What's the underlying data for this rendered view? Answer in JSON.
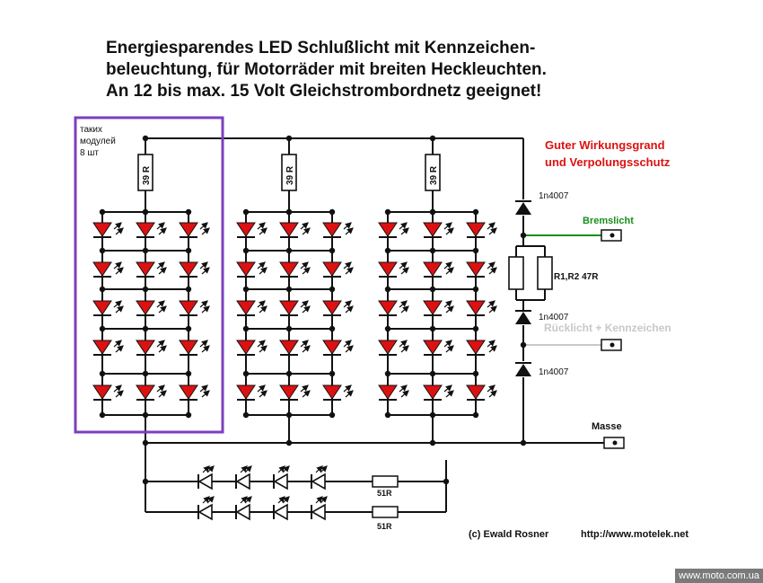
{
  "title": {
    "line1": "Energiesparendes LED Schlußlicht mit Kennzeichen-",
    "line2": "beleuchtung, für Motorräder mit breiten Heckleuchten.",
    "line3": "An 12 bis max. 15 Volt Gleichstrombordnetz geeignet!"
  },
  "module_note": {
    "line1": "таких",
    "line2": "модулей",
    "line3": "8 шт"
  },
  "resistor_module_label": "39 R",
  "efficiency_note": {
    "line1": "Guter Wirkungsgrand",
    "line2": "und Verpolungsschutz"
  },
  "diode_label": "1n4007",
  "brake_label": "Bremslicht",
  "resistor_pair_label": "R1,R2 47R",
  "tail_label": "Rücklicht + Kennzeichen",
  "ground_label": "Masse",
  "series_resistor_label": "51R",
  "credit": "(c) Ewald Rosner",
  "url": "http://www.motelek.net",
  "watermark": "www.moto.com.ua",
  "colors": {
    "led": "#dd1111",
    "frame": "#7b3fbf",
    "brake_wire": "#1a8f1a",
    "tail_wire": "#c8c8c8",
    "efficiency_text": "#dd1111"
  }
}
